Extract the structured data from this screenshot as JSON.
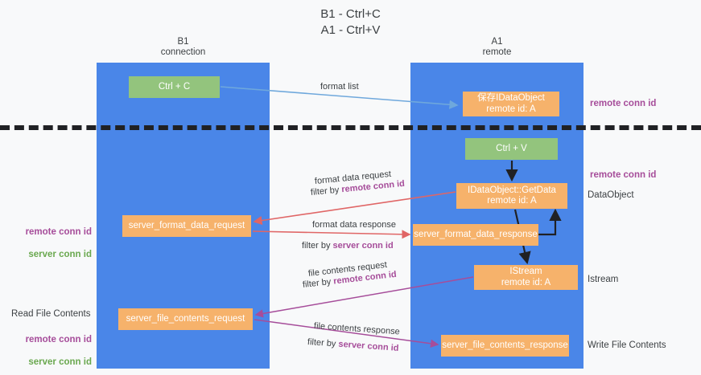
{
  "title": "B1 - Ctrl+C\nA1 - Ctrl+V",
  "columns": {
    "left": {
      "name": "B1",
      "role": "connection",
      "header": "B1\nconnection"
    },
    "right": {
      "name": "A1",
      "role": "remote",
      "header": "A1\nremote"
    }
  },
  "colors": {
    "lane": "#4a86e8",
    "node_green": "#93c47d",
    "node_orange": "#f6b26b",
    "remote_conn_id": "#a64d9a",
    "server_conn_id": "#6aa84f",
    "arrow_blue": "#6fa8dc",
    "arrow_red": "#e06666",
    "arrow_purple": "#a64d9a",
    "arrow_black": "#202124",
    "background": "#f8f9fa",
    "text": "#3c4043"
  },
  "nodes": {
    "ctrl_c": "Ctrl + C",
    "save_idataobject": "保存IDataObject\nremote id: A",
    "ctrl_v": "Ctrl + V",
    "getdata": "IDataObject::GetData\nremote id: A",
    "server_format_data_request": "server_format_data_request",
    "server_format_data_response": "server_format_data_response",
    "istream": "IStream\nremote id: A",
    "server_file_contents_request": "server_file_contents_request",
    "server_file_contents_response": "server_file_contents_response"
  },
  "edge_labels": {
    "format_list": "format list",
    "format_data_request": "format data request",
    "filter_by_label": "filter by ",
    "remote_conn_id": "remote conn id",
    "server_conn_id": "server conn id",
    "format_data_response": "format data response",
    "file_contents_request": "file contents request",
    "file_contents_response": "file contents response"
  },
  "side_labels": {
    "right_remote_conn_id_top": "remote conn id",
    "right_remote_conn_id_mid": "remote conn id",
    "right_dataobject": "DataObject",
    "right_istream": "Istream",
    "right_write_file_contents": "Write File Contents",
    "left_remote_conn_id": "remote conn id",
    "left_server_conn_id": "server conn id",
    "left_read_file_contents": "Read File Contents",
    "left_remote_conn_id_2": "remote conn id",
    "left_server_conn_id_2": "server conn id"
  }
}
